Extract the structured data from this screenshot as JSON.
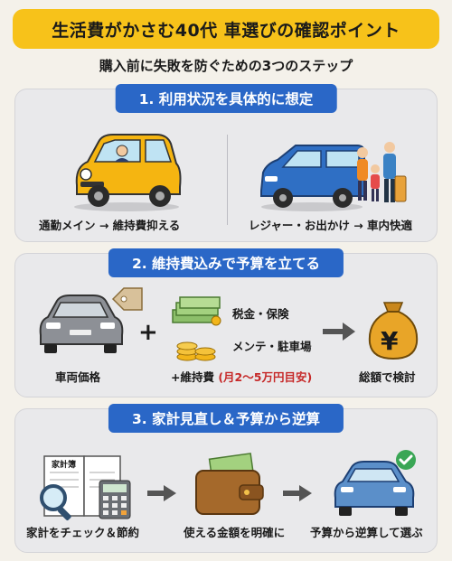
{
  "title": "生活費がかさむ40代 車選びの確認ポイント",
  "subtitle": "購入前に失敗を防ぐための3つのステップ",
  "step1": {
    "heading": "1. 利用状況を具体的に想定",
    "left_caption": "通勤メイン → 維持費抑える",
    "right_caption": "レジャー・お出かけ → 車内快適"
  },
  "step2": {
    "heading": "2. 維持費込みで予算を立てる",
    "car_caption": "車両価格",
    "plus": "+",
    "tax_label": "税金・保険",
    "maint_label": "メンテ・駐車場",
    "upkeep_prefix": "+維持費",
    "upkeep_note": "(月2〜5万円目安)",
    "total_caption": "総額で検討",
    "yen_symbol": "¥"
  },
  "step3": {
    "heading": "3. 家計見直し＆予算から逆算",
    "ledger_label": "家計簿",
    "caption1": "家計をチェック＆節約",
    "caption2": "使える金額を明確に",
    "caption3": "予算から逆算して選ぶ"
  },
  "colors": {
    "accent_yellow": "#f7c21a",
    "step_blue": "#2a67c7",
    "panel_gray": "#e9e9eb",
    "note_red": "#c62828",
    "check_green": "#3aa655"
  }
}
